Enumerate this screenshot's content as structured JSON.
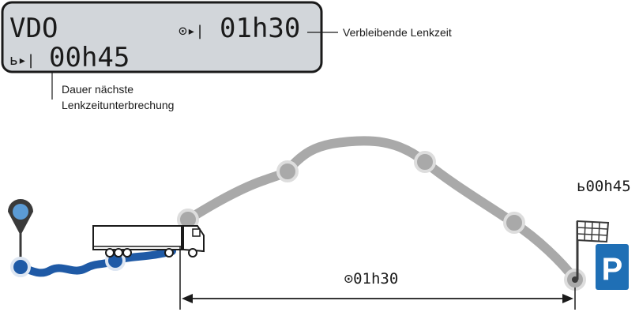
{
  "display": {
    "title": "VDO",
    "drive_time_symbol": "⊙▸|",
    "drive_time_value": "01h30",
    "break_symbol": "ь▸|",
    "break_value": "00h45"
  },
  "callouts": {
    "remaining_label": "Verbleibende Lenkzeit",
    "break_label_line1": "Dauer nächste",
    "break_label_line2": "Lenkzeitunterbrechung"
  },
  "route": {
    "break_label": "ь00h45",
    "drive_span_label": "⊙01h30"
  },
  "colors": {
    "lcd_background": "#d2d6da",
    "route_driven": "#1f5aa6",
    "route_remaining": "#a9a9a9",
    "waypoint_fill": "#a9a9a9",
    "waypoint_ring": "#dddddd",
    "start_pin": "#5b9bd5",
    "parking_sign": "#1f6fb5"
  }
}
